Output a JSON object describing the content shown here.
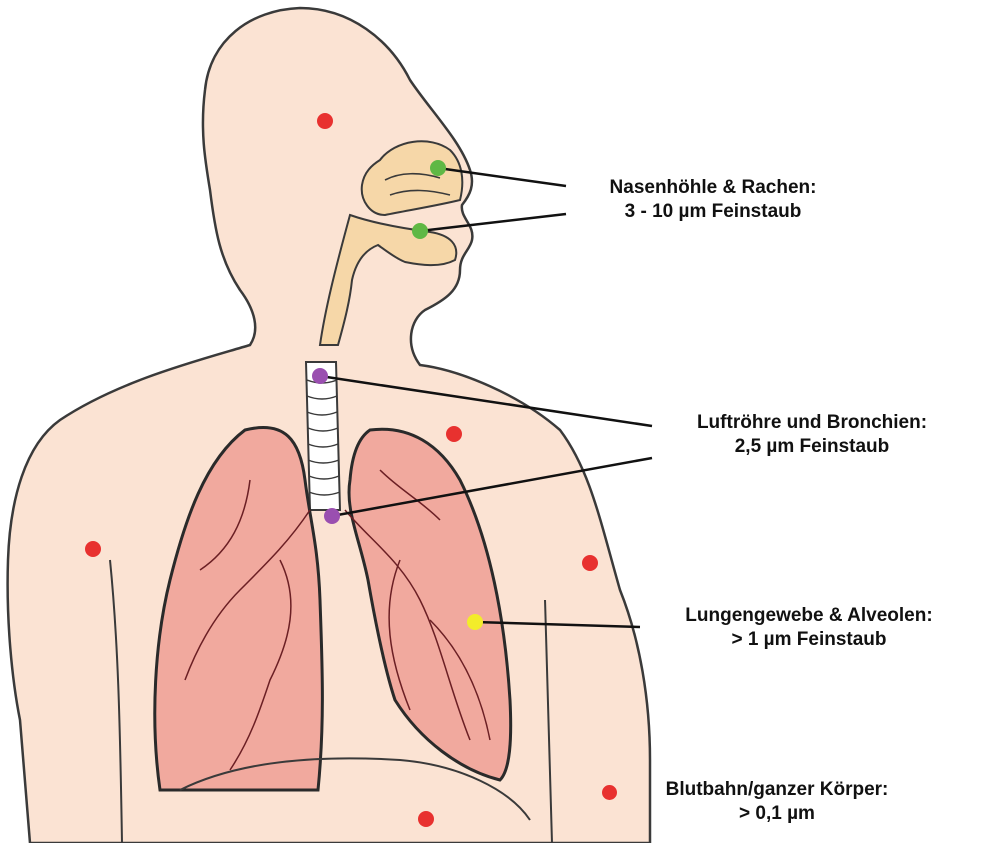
{
  "annotations": {
    "nose_throat": {
      "line1": "Nasenhöhle & Rachen:",
      "line2": "3 - 10 µm Feinstaub",
      "color": "#5fb845"
    },
    "trachea_bronchi": {
      "line1": "Luftröhre und Bronchien:",
      "line2": "2,5 µm Feinstaub",
      "color": "#9a4fb0"
    },
    "lung_alveoli": {
      "line1": "Lungengewebe & Alveolen:",
      "line2": "> 1 µm Feinstaub",
      "color": "#f3ec2a"
    },
    "bloodstream": {
      "line1": "Blutbahn/ganzer Körper:",
      "line2": "> 0,1 µm",
      "color": "#e8312f"
    }
  },
  "colors": {
    "skin": "#fbe3d3",
    "skin_outline": "#3a3a3a",
    "lung_fill": "#f1a99e",
    "lung_outline": "#2a2a2a",
    "nasal_fill": "#f6d7a8",
    "vessel": "#6b1f24"
  }
}
